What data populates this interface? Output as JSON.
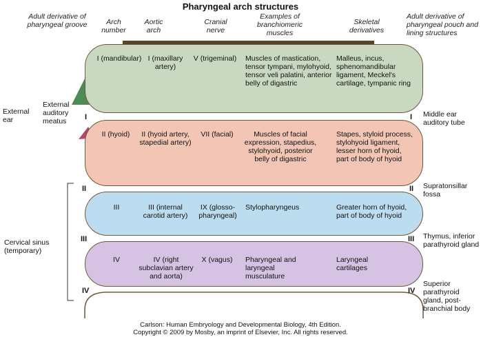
{
  "title": "Pharyngeal arch structures",
  "headers": {
    "groove": "Adult derivative of pharyngeal groove",
    "arch_number": "Arch number",
    "aortic_arch": "Aortic arch",
    "cranial_nerve": "Cranial nerve",
    "muscles": "Examples of branchiomeric muscles",
    "skeletal": "Skeletal derivatives",
    "pouch": "Adult derivative of pharyngeal pouch and lining structures"
  },
  "colors": {
    "arch1": "#c9d8c1",
    "arch2": "#f2c5b4",
    "arch3": "#bcdcef",
    "arch4": "#d6c3e3",
    "bar": "#5a4426",
    "green_wedge": "#4f8a55",
    "pink_wedge": "#b0486e"
  },
  "arches": [
    {
      "number": "I (mandibular)",
      "aortic": "I (maxillary artery)",
      "nerve": "V (trigeminal)",
      "muscles": "Muscles of mastication, tensor tympani, mylohyoid, tensor veli palatini, anterior belly of digastric",
      "skeletal": "Malleus, incus, sphenomandibular ligament, Meckel's cartilage, tympanic ring"
    },
    {
      "number": "II (hyoid)",
      "aortic": "II (hyoid artery, stapedial artery)",
      "nerve": "VII (facial)",
      "muscles": "Muscles of facial expression, stapedius, stylohyoid, posterior belly of digastric",
      "skeletal": "Stapes, styloid process, stylohyoid ligament, lesser horn of hyoid, part of body of hyoid"
    },
    {
      "number": "III",
      "aortic": "III (internal carotid artery)",
      "nerve": "IX (glosso-pharyngeal)",
      "muscles": "Stylopharyngeus",
      "skeletal": "Greater horn of hyoid, part of body of hyoid"
    },
    {
      "number": "IV",
      "aortic": "IV (right subclavian artery and aorta)",
      "nerve": "X (vagus)",
      "muscles": "Pharyngeal and laryngeal musculature",
      "skeletal": "Laryngeal cartilages"
    }
  ],
  "left": {
    "external_ear": "External ear",
    "external_auditory_meatus": "External auditory meatus",
    "cervical_sinus": "Cervical sinus (temporary)",
    "groove_1": "I",
    "groove_2": "II",
    "groove_3": "III",
    "groove_4": "IV"
  },
  "right": {
    "pouch_1_num": "I",
    "pouch_1": "Middle ear auditory tube",
    "pouch_2_num": "II",
    "pouch_2": "Supratonsillar fossa",
    "pouch_3_num": "III",
    "pouch_3": "Thymus, inferior parathyroid gland",
    "pouch_4_num": "IV",
    "pouch_4": "Superior parathyroid gland, post-branchial body"
  },
  "credit": {
    "line1": "Carlson: Human Embryology and Developmental Biology, 4th Edition.",
    "line2": "Copyright © 2009 by Mosby, an imprint of Elsevier, Inc. All rights reserved."
  }
}
